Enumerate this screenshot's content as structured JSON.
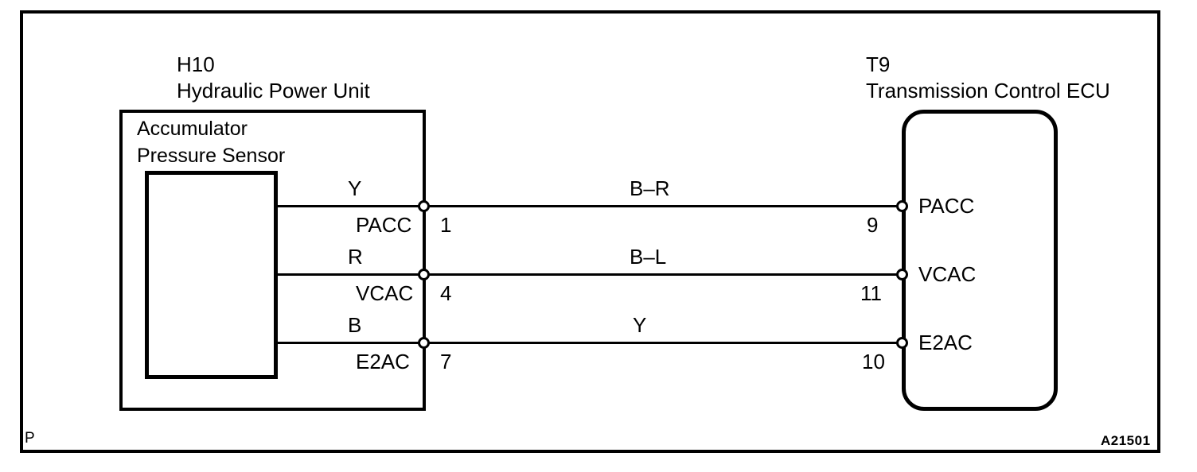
{
  "diagram": {
    "code": "A21501",
    "page_marker": "P",
    "left_unit": {
      "id": "H10",
      "name": "Hydraulic Power Unit",
      "component": {
        "line1": "Accumulator",
        "line2": "Pressure Sensor"
      },
      "terminals": [
        {
          "wire_color": "Y",
          "pin_label": "PACC",
          "pin_number": "1"
        },
        {
          "wire_color": "R",
          "pin_label": "VCAC",
          "pin_number": "4"
        },
        {
          "wire_color": "B",
          "pin_label": "E2AC",
          "pin_number": "7"
        }
      ]
    },
    "right_unit": {
      "id": "T9",
      "name": "Transmission Control ECU",
      "terminals": [
        {
          "pin_label": "PACC",
          "pin_number": "9"
        },
        {
          "pin_label": "VCAC",
          "pin_number": "11"
        },
        {
          "pin_label": "E2AC",
          "pin_number": "10"
        }
      ]
    },
    "harness_wires": [
      {
        "color_code": "B–R",
        "from": "H10-1 PACC",
        "to": "T9-9 PACC"
      },
      {
        "color_code": "B–L",
        "from": "H10-4 VCAC",
        "to": "T9-11 VCAC"
      },
      {
        "color_code": "Y",
        "from": "H10-7 E2AC",
        "to": "T9-10 E2AC"
      }
    ],
    "colors": {
      "line": "#000000",
      "background": "#ffffff"
    }
  }
}
